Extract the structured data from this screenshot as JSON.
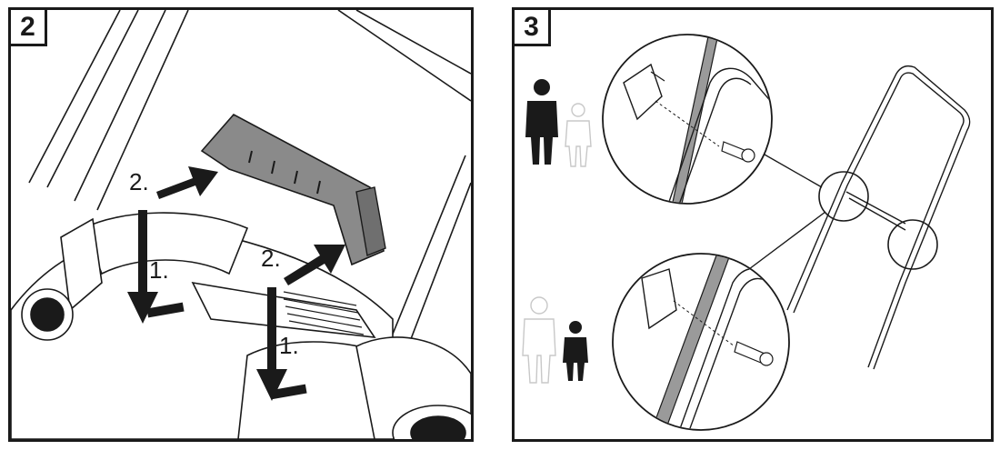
{
  "panels": [
    {
      "step": "2",
      "labels": {
        "push_down": "1.",
        "slide_on": "2."
      }
    },
    {
      "step": "3"
    }
  ],
  "colors": {
    "ink": "#1a1a1a",
    "handle_grey": "#8a8a8a",
    "rail_grey": "#9a9a9a",
    "person_light": "#c8c8c8"
  }
}
